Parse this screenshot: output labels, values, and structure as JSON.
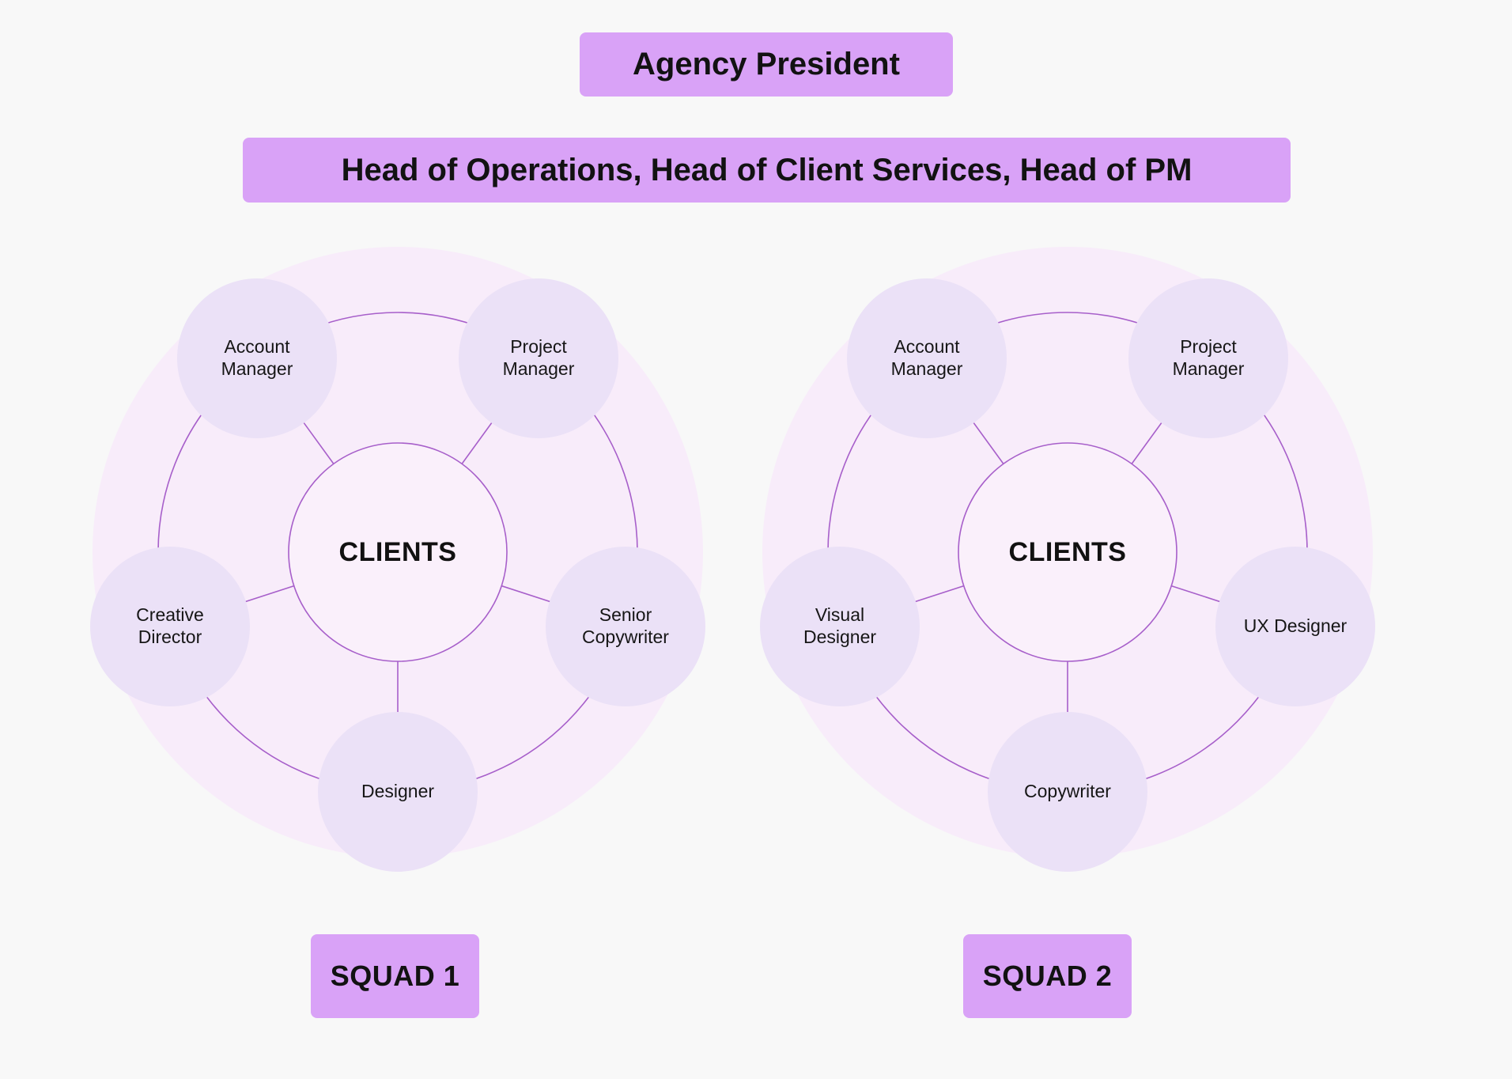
{
  "header": {
    "president_label": "Agency President",
    "heads_label": "Head of Operations, Head of Client Services, Head of PM"
  },
  "squads": [
    {
      "name": "SQUAD 1",
      "center": "CLIENTS",
      "roles": [
        "Account Manager",
        "Project Manager",
        "Senior Copywriter",
        "Designer",
        "Creative Director"
      ]
    },
    {
      "name": "SQUAD 2",
      "center": "CLIENTS",
      "roles": [
        "Account Manager",
        "Project Manager",
        "UX Designer",
        "Copywriter",
        "Visual Designer"
      ]
    }
  ],
  "colors": {
    "page_background": "#f8f8f8",
    "label_box_fill": "#d9a2f7",
    "cluster_background": "#f8ecfa",
    "node_fill": "#ebe1f7",
    "center_circle_fill": "#faf0fb",
    "connector_stroke": "#a75fca",
    "text": "#141414"
  }
}
